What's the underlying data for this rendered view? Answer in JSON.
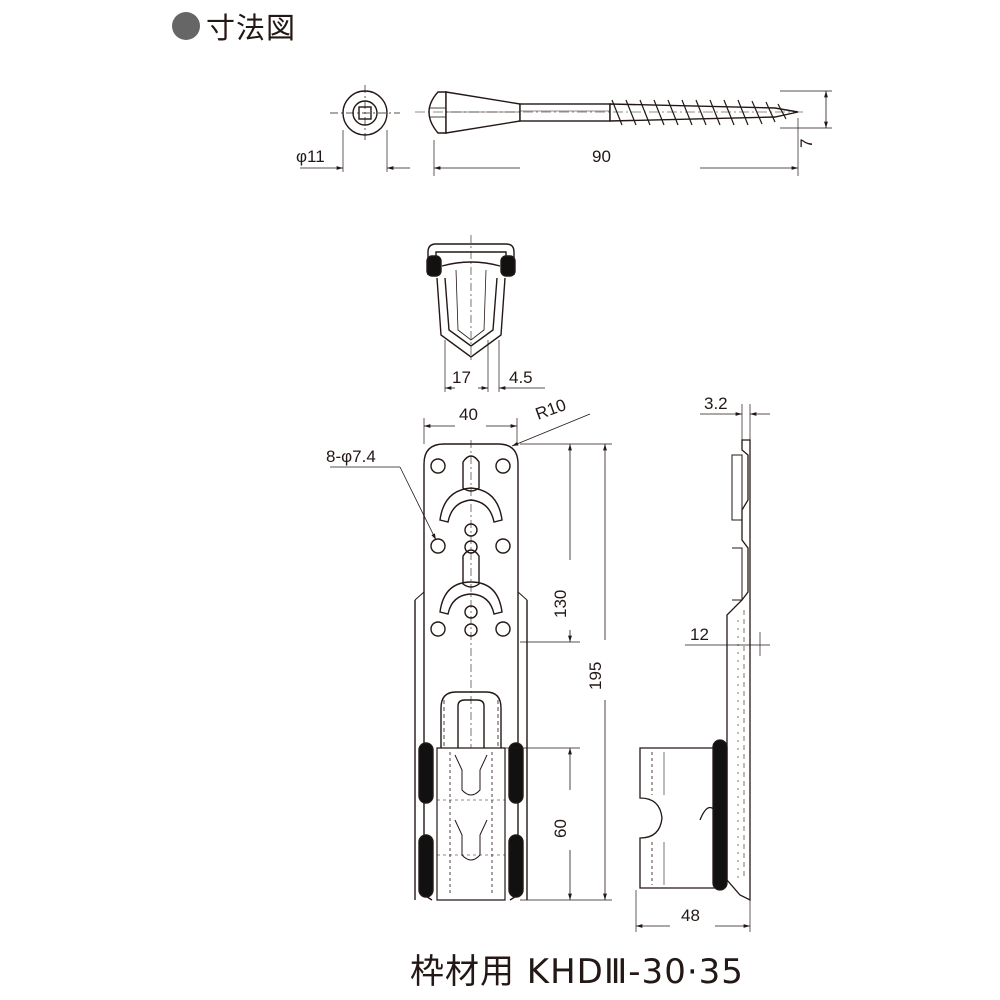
{
  "heading": "寸法図",
  "caption": "枠材用 KHDⅢ-30·35",
  "dimensions": {
    "screw_head_dia": "φ11",
    "screw_length": "90",
    "screw_thread_dia": "7",
    "profile_width": "17",
    "profile_flange": "4.5",
    "plate_width": "40",
    "corner_radius": "R10",
    "hole_spec": "8-φ7.4",
    "hole_section_length": "130",
    "total_length": "195",
    "lower_section_length": "60",
    "plate_thickness": "3.2",
    "side_offset": "12",
    "side_depth": "48"
  },
  "colors": {
    "line": "#231815",
    "fill_dark": "#111111",
    "fill_light": "#ffffff",
    "heading_dot": "#666666"
  }
}
